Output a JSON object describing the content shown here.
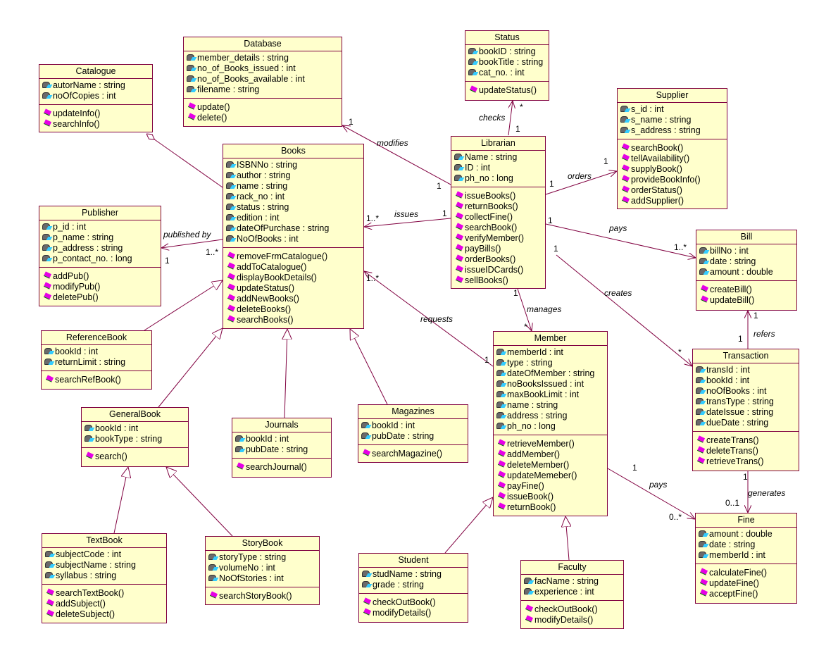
{
  "colors": {
    "fill": "#ffffcc",
    "line": "#800040",
    "op_icon": "#e600e6",
    "attr_icon": "#33ccff"
  },
  "classes": [
    {
      "name": "Database",
      "attributes": [
        "member_details : string",
        "no_of_Books_issued : int",
        "no_of_Books_available : int",
        "filename : string"
      ],
      "operations": [
        "update()",
        "delete()"
      ]
    },
    {
      "name": "Status",
      "attributes": [
        "bookID : string",
        "bookTitle : string",
        "cat_no. : int"
      ],
      "operations": [
        "updateStatus()"
      ]
    },
    {
      "name": "Catalogue",
      "attributes": [
        "autorName : string",
        "noOfCopies : int"
      ],
      "operations": [
        "updateInfo()",
        "searchInfo()"
      ]
    },
    {
      "name": "Supplier",
      "attributes": [
        "s_id : int",
        "s_name : string",
        "s_address : string"
      ],
      "operations": [
        "searchBook()",
        "tellAvailability()",
        "supplyBook()",
        "provideBookInfo()",
        "orderStatus()",
        "addSupplier()"
      ]
    },
    {
      "name": "Books",
      "attributes": [
        "ISBNNo : string",
        "author : string",
        "name : string",
        "rack_no : int",
        "status : string",
        "edition : int",
        "dateOfPurchase : string",
        "NoOfBooks : int"
      ],
      "operations": [
        "removeFrmCatalogue()",
        "addToCatalogue()",
        "displayBookDetails()",
        "updateStatus()",
        "addNewBooks()",
        "deleteBooks()",
        "searchBooks()"
      ]
    },
    {
      "name": "Librarian",
      "attributes": [
        "Name : string",
        "ID : int",
        "ph_no : long"
      ],
      "operations": [
        "issueBooks()",
        "returnBooks()",
        "collectFine()",
        "searchBook()",
        "verifyMember()",
        "payBills()",
        "orderBooks()",
        "issueIDCards()",
        "sellBooks()"
      ]
    },
    {
      "name": "Publisher",
      "attributes": [
        "p_id : int",
        "p_name : string",
        "p_address : string",
        "p_contact_no. : long"
      ],
      "operations": [
        "addPub()",
        "modifyPub()",
        "deletePub()"
      ]
    },
    {
      "name": "Bill",
      "attributes": [
        "billNo : int",
        "date : string",
        "amount : double"
      ],
      "operations": [
        "createBill()",
        "updateBill()"
      ]
    },
    {
      "name": "ReferenceBook",
      "attributes": [
        "bookId : int",
        "returnLimit : string"
      ],
      "operations": [
        "searchRefBook()"
      ]
    },
    {
      "name": "Member",
      "attributes": [
        "memberId : int",
        "type : string",
        "dateOfMember : string",
        "noBooksIssued : int",
        "maxBookLimit : int",
        "name : string",
        "address : string",
        "ph_no : long"
      ],
      "operations": [
        "retrieveMember()",
        "addMember()",
        "deleteMember()",
        "updateMemeber()",
        "payFine()",
        "issueBook()",
        "returnBook()"
      ]
    },
    {
      "name": "Transaction",
      "attributes": [
        "transId : int",
        "bookId : int",
        "noOfBooks : int",
        "transType : string",
        "dateIssue : string",
        "dueDate : string"
      ],
      "operations": [
        "createTrans()",
        "deleteTrans()",
        "retrieveTrans()"
      ]
    },
    {
      "name": "GeneralBook",
      "attributes": [
        "bookId : int",
        "bookType : string"
      ],
      "operations": [
        "search()"
      ]
    },
    {
      "name": "Journals",
      "attributes": [
        "bookId : int",
        "pubDate : string"
      ],
      "operations": [
        "searchJournal()"
      ]
    },
    {
      "name": "Magazines",
      "attributes": [
        "bookId : int",
        "pubDate : string"
      ],
      "operations": [
        "searchMagazine()"
      ]
    },
    {
      "name": "Fine",
      "attributes": [
        "amount : double",
        "date : string",
        "memberId : int"
      ],
      "operations": [
        "calculateFine()",
        "updateFine()",
        "acceptFine()"
      ]
    },
    {
      "name": "TextBook",
      "attributes": [
        "subjectCode : int",
        "subjectName : string",
        "syllabus : string"
      ],
      "operations": [
        "searchTextBook()",
        "addSubject()",
        "deleteSubject()"
      ]
    },
    {
      "name": "StoryBook",
      "attributes": [
        "storyType : string",
        "volumeNo : int",
        "NoOfStories : int"
      ],
      "operations": [
        "searchStoryBook()"
      ]
    },
    {
      "name": "Student",
      "attributes": [
        "studName : string",
        "grade : string"
      ],
      "operations": [
        "checkOutBook()",
        "modifyDetails()"
      ]
    },
    {
      "name": "Faculty",
      "attributes": [
        "facName : string",
        "experience : int"
      ],
      "operations": [
        "checkOutBook()",
        "modifyDetails()"
      ]
    }
  ],
  "associations": [
    {
      "from": "Librarian",
      "to": "Database",
      "label": "modifies",
      "from_mult": "1",
      "to_mult": "1"
    },
    {
      "from": "Librarian",
      "to": "Status",
      "label": "checks",
      "from_mult": "1",
      "to_mult": "*"
    },
    {
      "from": "Librarian",
      "to": "Supplier",
      "label": "orders",
      "from_mult": "1",
      "to_mult": "1"
    },
    {
      "from": "Librarian",
      "to": "Books",
      "label": "issues",
      "from_mult": "1",
      "to_mult": "1..*"
    },
    {
      "from": "Books",
      "to": "Publisher",
      "label": "published by",
      "from_mult": "1..*",
      "to_mult": "1"
    },
    {
      "from": "Librarian",
      "to": "Bill",
      "label": "pays",
      "from_mult": "1",
      "to_mult": "1..*"
    },
    {
      "from": "Librarian",
      "to": "Transaction",
      "label": "creates",
      "from_mult": "1",
      "to_mult": "*"
    },
    {
      "from": "Librarian",
      "to": "Member",
      "label": "manages",
      "from_mult": "1",
      "to_mult": "*"
    },
    {
      "from": "Member",
      "to": "Books",
      "label": "requests",
      "from_mult": "1",
      "to_mult": "1..*"
    },
    {
      "from": "Transaction",
      "to": "Bill",
      "label": "refers",
      "from_mult": "1",
      "to_mult": "1"
    },
    {
      "from": "Transaction",
      "to": "Fine",
      "label": "generates",
      "from_mult": "1",
      "to_mult": "0..1"
    },
    {
      "from": "Member",
      "to": "Fine",
      "label": "pays",
      "from_mult": "1",
      "to_mult": "0..*"
    }
  ],
  "aggregations": [
    {
      "whole": "Catalogue",
      "part": "Books"
    }
  ],
  "generalizations": [
    {
      "child": "ReferenceBook",
      "parent": "Books"
    },
    {
      "child": "GeneralBook",
      "parent": "Books"
    },
    {
      "child": "Journals",
      "parent": "Books"
    },
    {
      "child": "Magazines",
      "parent": "Books"
    },
    {
      "child": "TextBook",
      "parent": "GeneralBook"
    },
    {
      "child": "StoryBook",
      "parent": "GeneralBook"
    },
    {
      "child": "Student",
      "parent": "Member"
    },
    {
      "child": "Faculty",
      "parent": "Member"
    }
  ]
}
